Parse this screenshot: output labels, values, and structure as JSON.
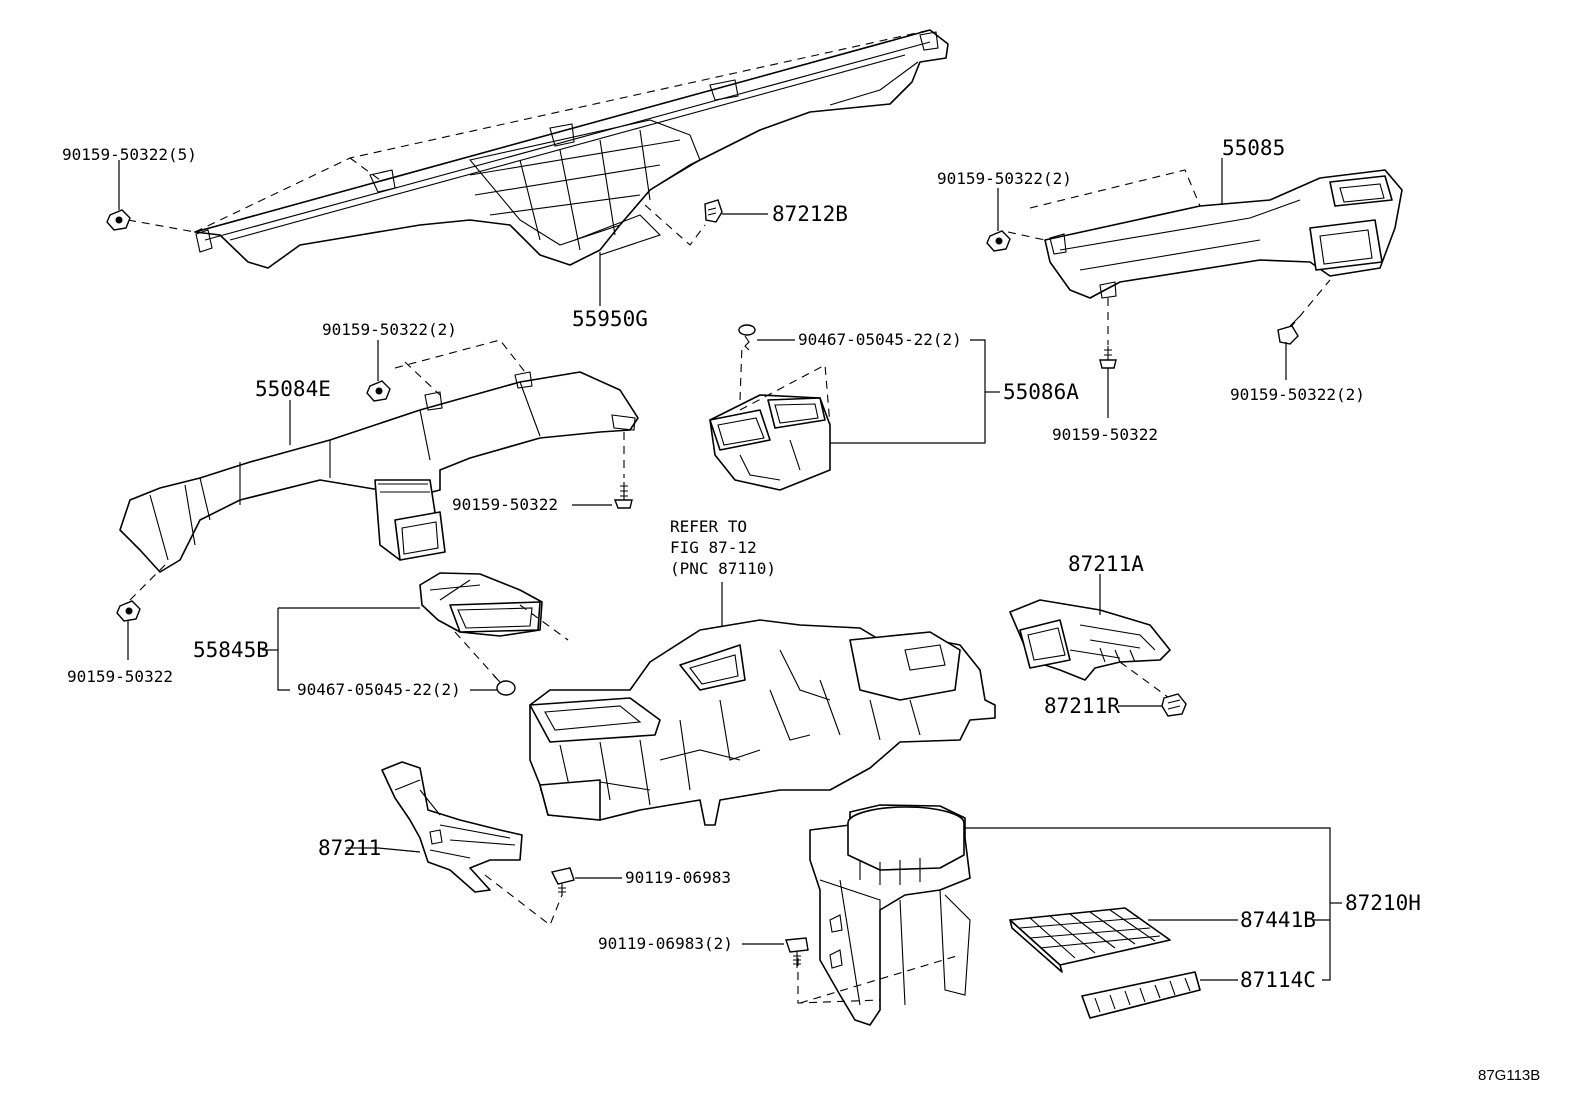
{
  "labels": {
    "duct_55950G": "55950G",
    "clip_87212B": "87212B",
    "screw_top_left": "90159-50322(5)",
    "duct_55085": "55085",
    "screw_55085_left": "90159-50322(2)",
    "screw_55085_bottom": "90159-50322",
    "screw_55085_right": "90159-50322(2)",
    "screw_55084E_top": "90159-50322(2)",
    "duct_55084E": "55084E",
    "screw_55084E_right": "90159-50322",
    "screw_55084E_bottom": "90159-50322",
    "clip_55086A": "90467-05045-22(2)",
    "duct_55086A": "55086A",
    "refer_line1": "REFER TO",
    "refer_line2": "FIG 87-12",
    "refer_line3": "(PNC 87110)",
    "duct_87211A": "87211A",
    "clip_87211R": "87211R",
    "duct_55845B": "55845B",
    "clip_55845B": "90467-05045-22(2)",
    "duct_87211": "87211",
    "bolt_87211": "90119-06983",
    "bolt_87210H": "90119-06983(2)",
    "case_87210H": "87210H",
    "filter_87441B": "87441B",
    "cover_87114C": "87114C",
    "figure_code": "87G113B"
  },
  "colors": {
    "ink": "#000000",
    "paper": "#ffffff"
  },
  "icons": [
    "screw-icon",
    "clip-icon",
    "bolt-icon"
  ]
}
